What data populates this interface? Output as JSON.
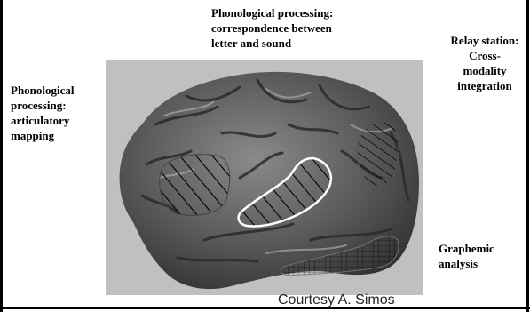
{
  "labels": {
    "top": [
      "Phonological processing:",
      "correspondence between",
      "letter and sound"
    ],
    "left": [
      "Phonological",
      "processing:",
      "articulatory",
      "mapping"
    ],
    "relay": [
      "Relay station:",
      "Cross-",
      "modality",
      "integration"
    ],
    "graphemic": [
      "Graphemic",
      "analysis"
    ]
  },
  "credit": "Courtesy A. Simos",
  "colors": {
    "panel": "#c0c0c0",
    "brain_dark": "#3f3f3f",
    "brain_mid": "#6d6d6d",
    "brain_light": "#9a9a9a",
    "highlight": "#ffffff"
  }
}
